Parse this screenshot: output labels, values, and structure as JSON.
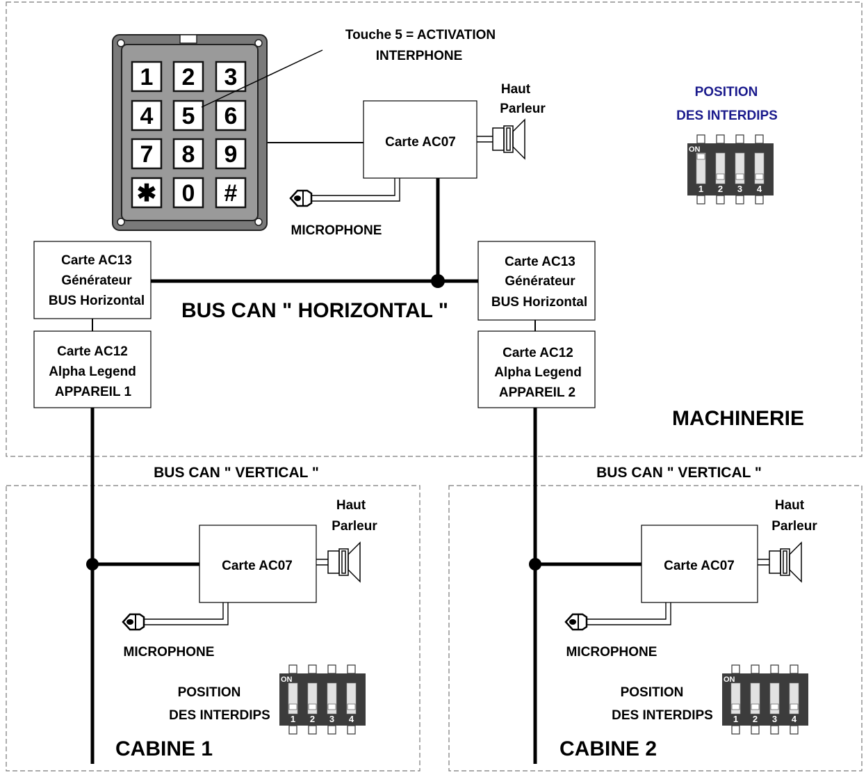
{
  "keypad": {
    "keys": [
      "1",
      "2",
      "3",
      "4",
      "5",
      "6",
      "7",
      "8",
      "9",
      "✱",
      "0",
      "#"
    ],
    "annotation": [
      "Touche 5 = ACTIVATION",
      "INTERPHONE"
    ]
  },
  "machinerie": {
    "zone_label": "MACHINERIE",
    "ac07_label": "Carte AC07",
    "speaker_label": [
      "Haut",
      "Parleur"
    ],
    "microphone_label": "MICROPHONE",
    "dip_title": [
      "POSITION",
      "DES INTERDIPS"
    ],
    "dip_on_label": "ON",
    "dip_switch_numbers": [
      "1",
      "2",
      "3",
      "4"
    ],
    "dip_switch_states": [
      "on",
      "off",
      "off",
      "off"
    ],
    "bus_label": "BUS CAN \" HORIZONTAL \"",
    "generators": [
      {
        "lines": [
          "Carte AC13",
          "Générateur",
          "BUS Horizontal"
        ]
      },
      {
        "lines": [
          "Carte AC13",
          "Générateur",
          "BUS Horizontal"
        ]
      }
    ],
    "devices": [
      {
        "lines": [
          "Carte AC12",
          "Alpha Legend",
          "APPAREIL 1"
        ]
      },
      {
        "lines": [
          "Carte AC12",
          "Alpha Legend",
          "APPAREIL 2"
        ]
      }
    ]
  },
  "cabins": [
    {
      "zone_label": "CABINE 1",
      "bus_label": "BUS CAN \" VERTICAL \"",
      "ac07_label": "Carte AC07",
      "speaker_label": [
        "Haut",
        "Parleur"
      ],
      "microphone_label": "MICROPHONE",
      "dip_title": [
        "POSITION",
        "DES INTERDIPS"
      ],
      "dip_on_label": "ON",
      "dip_switch_numbers": [
        "1",
        "2",
        "3",
        "4"
      ],
      "dip_switch_states": [
        "off",
        "off",
        "off",
        "off"
      ]
    },
    {
      "zone_label": "CABINE 2",
      "bus_label": "BUS CAN \" VERTICAL \"",
      "ac07_label": "Carte AC07",
      "speaker_label": [
        "Haut",
        "Parleur"
      ],
      "microphone_label": "MICROPHONE",
      "dip_title": [
        "POSITION",
        "DES INTERDIPS"
      ],
      "dip_on_label": "ON",
      "dip_switch_numbers": [
        "1",
        "2",
        "3",
        "4"
      ],
      "dip_switch_states": [
        "off",
        "off",
        "off",
        "off"
      ]
    }
  ],
  "colors": {
    "line": "#000000",
    "dip_title": "#1a1a8c",
    "keypad_body": "#7a7a7a",
    "keypad_inner": "#9a9a9a",
    "dip_body": "#3c3c3c",
    "zone_border": "#777777"
  }
}
